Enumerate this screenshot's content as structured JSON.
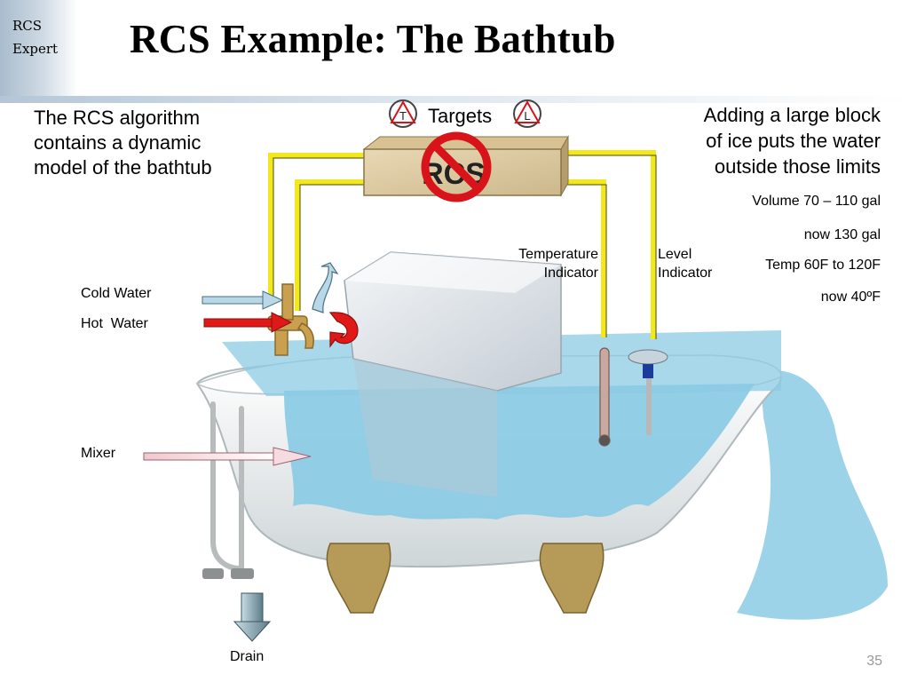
{
  "logo": {
    "line1": "RCS",
    "line2": "Expert"
  },
  "title": "RCS Example: The Bathtub",
  "intro": {
    "line1": "The RCS algorithm",
    "line2": "contains a dynamic",
    "line3": "model of the bathtub"
  },
  "note": {
    "line1": "Adding a large block",
    "line2": "of ice puts the water",
    "line3": "outside those limits"
  },
  "limits": {
    "volume": "Volume 70 – 110 gal",
    "volume_now": "now 130 gal",
    "temp": "Temp 60F to 120F",
    "temp_now": "now 40ºF"
  },
  "targets": {
    "label": "Targets",
    "t_symbol": "T",
    "l_symbol": "L"
  },
  "controller": {
    "label": "RCS"
  },
  "labels": {
    "temperature_line1": "Temperature",
    "temperature_line2": "Indicator",
    "level_line1": "Level",
    "level_line2": "Indicator",
    "cold_water": "Cold Water",
    "hot_water": "Hot  Water",
    "mixer": "Mixer",
    "drain": "Drain"
  },
  "page_number": "35",
  "colors": {
    "water": "#8ccbe4",
    "signal_line": "#f2e81c",
    "hot": "#e01818",
    "cold": "#b8d8e8",
    "prohibition": "#d8141a",
    "tub": "#f4f6f6"
  }
}
